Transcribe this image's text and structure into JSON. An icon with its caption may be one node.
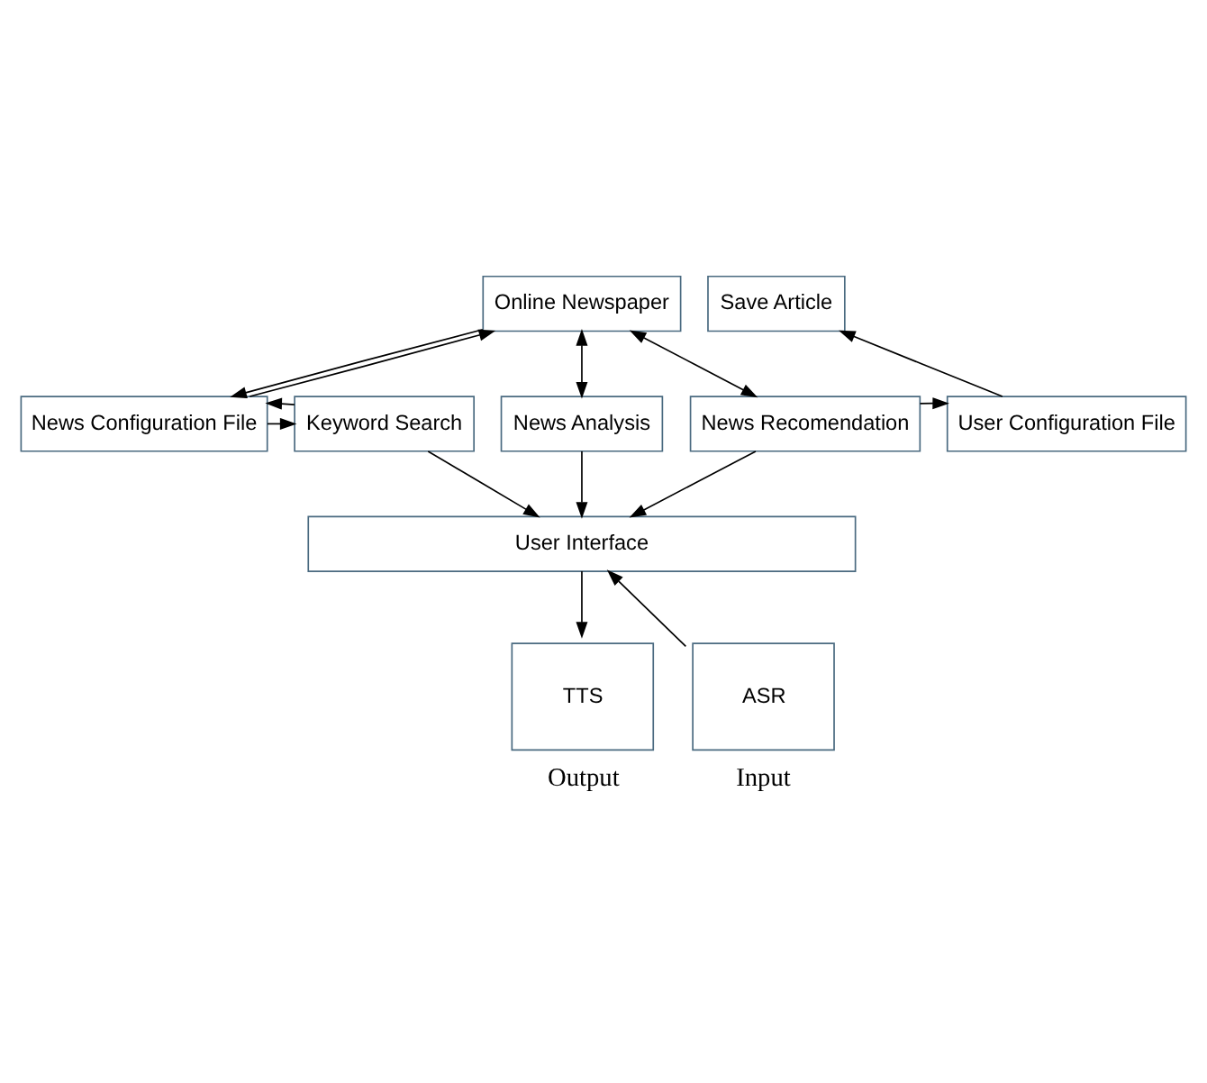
{
  "diagram": {
    "nodes": [
      {
        "text": [
          "Online Newspaper"
        ]
      },
      {
        "text": [
          "News Configuration File"
        ]
      },
      {
        "text": [
          "Keyword Search"
        ]
      },
      {
        "text": [
          "News Analysis"
        ]
      },
      {
        "text": [
          "News Recomendation"
        ]
      },
      {
        "text": [
          "User Configuration File"
        ]
      },
      {
        "text": [
          "Save Article"
        ]
      },
      {
        "text": [
          "User Interface"
        ]
      },
      {
        "text": [
          "ASR"
        ],
        "beside": [
          "Input"
        ]
      },
      {
        "text": [
          "TTS"
        ],
        "beside": [
          "Output"
        ]
      }
    ],
    "edges": [
      {
        "from": 0,
        "to": 4,
        "arrow": "both"
      },
      {
        "from": 0,
        "to": 3,
        "arrow": "both"
      },
      {
        "from": 1,
        "to": 0,
        "arrow": "to"
      },
      {
        "from": 0,
        "to": 1,
        "arrow": "to"
      },
      {
        "from": 1,
        "to": 2,
        "arrow": "to"
      },
      {
        "from": 2,
        "to": 1,
        "arrow": "to"
      },
      {
        "from": 4,
        "to": 5,
        "arrow": "to"
      },
      {
        "from": 5,
        "to": 6,
        "arrow": "to"
      },
      {
        "from": 2,
        "to": 7,
        "arrow": "to"
      },
      {
        "from": 3,
        "to": 7,
        "arrow": "to"
      },
      {
        "from": 4,
        "to": 7,
        "arrow": "to"
      },
      {
        "from": 8,
        "to": 7,
        "arrow": "to"
      },
      {
        "from": 7,
        "to": 9,
        "arrow": "to"
      }
    ]
  }
}
